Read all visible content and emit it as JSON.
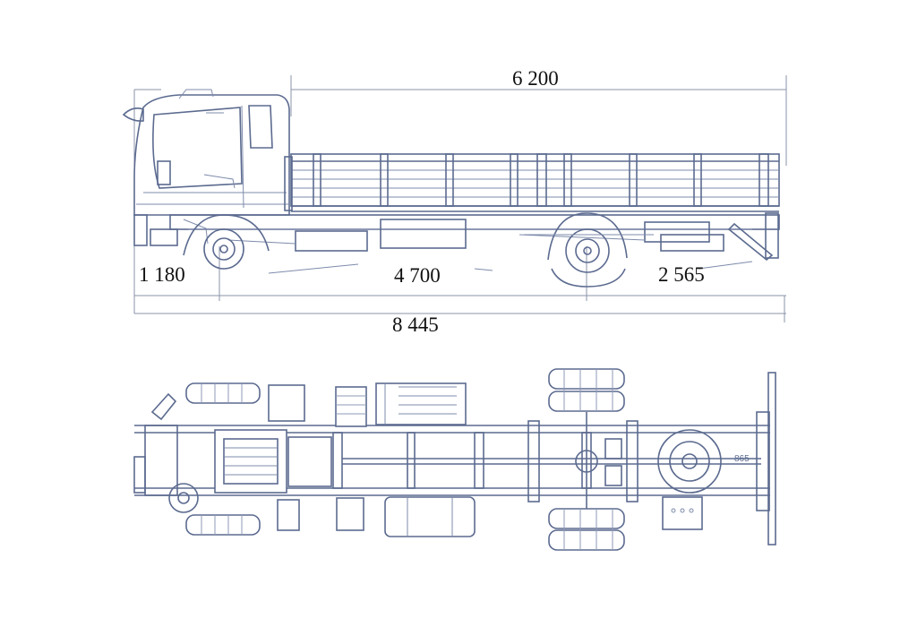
{
  "dimensions": {
    "body_length": "6 200",
    "front_overhang": "1 180",
    "wheelbase": "4 700",
    "rear_overhang": "2 565",
    "overall_length": "8 445",
    "frame_width": "865"
  },
  "colors": {
    "line": "#5b6a8f",
    "dimension_text": "#111111",
    "background": "#ffffff"
  }
}
